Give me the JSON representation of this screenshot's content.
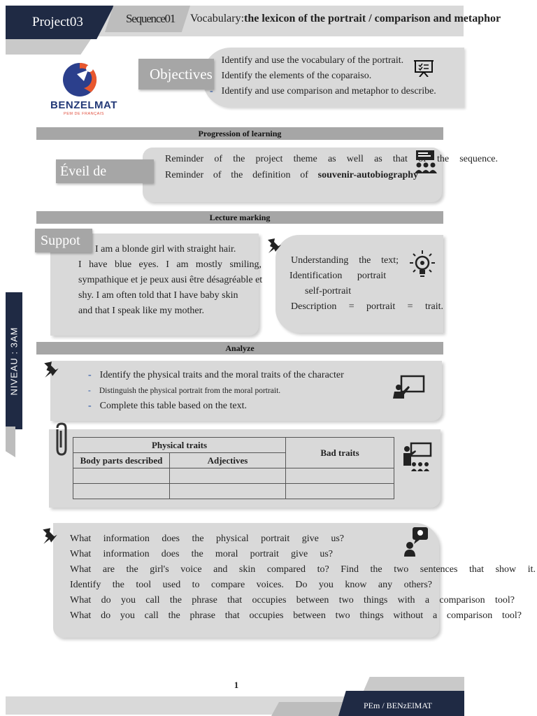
{
  "header": {
    "project": "Project03",
    "sequence": "Sequence01",
    "vocab_prefix": "Vocabulary:",
    "vocab_title": "the lexicon of the portrait / comparison and metaphor"
  },
  "logo": {
    "name": "BENZELMAT",
    "subtitle": "PEM DE FRANÇAIS"
  },
  "objectives": {
    "tag": "Objectives",
    "items": [
      "Identify and use the vocabulary of the portrait.",
      "Identify the elements of the coparaiso.",
      "Identify and use comparison and metaphor to describe."
    ]
  },
  "sections": {
    "progression": "Progression of learning",
    "lecture": "Lecture marking",
    "analyze": "Analyze"
  },
  "eveil": {
    "tag": "Éveil de l’intérêt",
    "line1": [
      "Reminder",
      "of",
      "the",
      "project",
      "theme",
      "as",
      "well",
      "as",
      "that",
      "of",
      "the",
      "sequence."
    ],
    "line2": [
      "Reminder",
      "of",
      "the",
      "definition",
      "of"
    ],
    "line2_bold": "souvenir-autobiography"
  },
  "support": {
    "tag": "Suppot",
    "lines": [
      "I am a blonde girl with straight hair.",
      "I have blue eyes. I am mostly smiling,",
      "sympathique et je peux ausi être désagréable et",
      "shy. I am often told that I have baby skin",
      "and that I speak like my mother."
    ]
  },
  "understanding": {
    "line1": "Understanding the text;",
    "line2": "Identification portrait",
    "line3": "self-portrait",
    "line4": "Description = portrait = trait."
  },
  "analyze": {
    "items": [
      "Identify the physical traits and the moral traits of the character",
      "Distinguish the physical portrait from the moral portrait.",
      "Complete this table based on the text."
    ]
  },
  "table": {
    "physical": "Physical traits",
    "bad": "Bad traits",
    "body": "Body parts described",
    "adjectives": "Adjectives"
  },
  "questions": [
    "What information does the physical portrait give us?",
    "What information does the moral portrait give us?",
    "What are the girl's voice and skin compared to? Find the two sentences that show it.",
    "Identify the tool used to compare voices. Do you know any others?",
    "What do you call the phrase that occupies between two things with a comparison tool?",
    "What do you call the phrase that occupies between two things without a comparison tool?"
  ],
  "side_level": "NIVEAU : 3AM",
  "footer": {
    "page": "1",
    "author": "PEm / BENzElMAT"
  },
  "colors": {
    "navy": "#1f2a44",
    "grey": "#d9d9d9",
    "dark_grey": "#a6a6a6",
    "accent_blue": "#2f5aa8",
    "logo_orange": "#e8572e"
  }
}
